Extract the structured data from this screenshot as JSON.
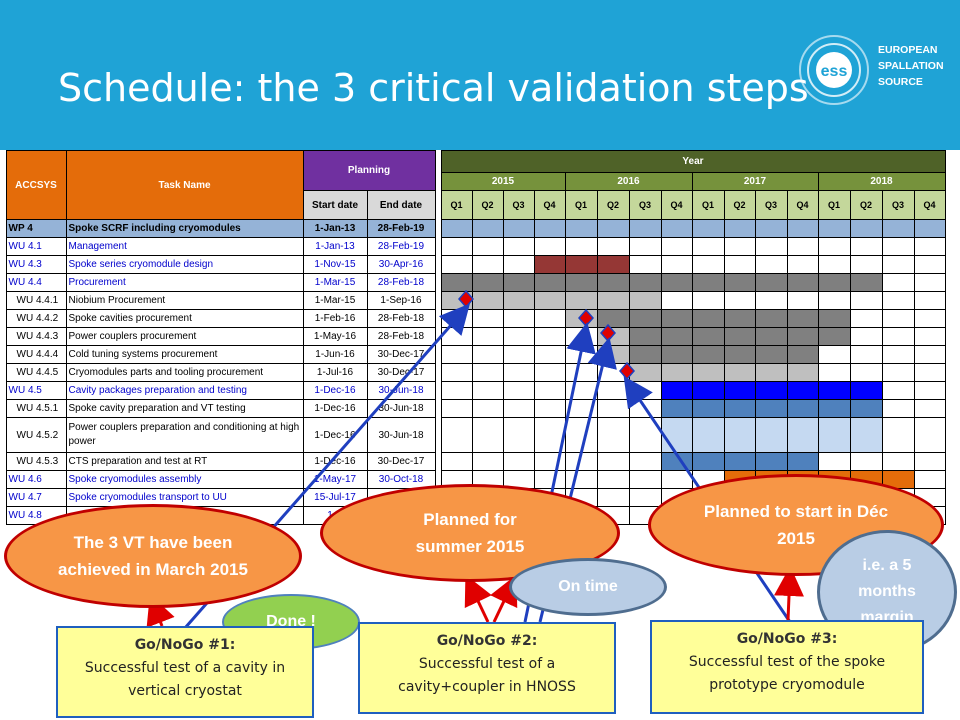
{
  "title": "Schedule: the 3 critical validation steps",
  "logo": {
    "line1": "EUROPEAN",
    "line2": "SPALLATION",
    "line3": "SOURCE",
    "mark": "ess"
  },
  "table": {
    "col_accsys": "ACCSYS",
    "col_task": "Task Name",
    "col_planning": "Planning",
    "col_start": "Start date",
    "col_end": "End date",
    "col_year": "Year",
    "years": [
      "2015",
      "2016",
      "2017",
      "2018"
    ],
    "quarters": [
      "Q1",
      "Q2",
      "Q3",
      "Q4",
      "Q1",
      "Q2",
      "Q3",
      "Q4",
      "Q1",
      "Q2",
      "Q3",
      "Q4",
      "Q1",
      "Q2",
      "Q3",
      "Q4"
    ],
    "rows": [
      {
        "id": "WP 4",
        "task": "Spoke SCRF including cryomodules",
        "start": "1-Jan-13",
        "end": "28-Feb-19",
        "type": "wp"
      },
      {
        "id": "WU 4.1",
        "task": "Management",
        "start": "1-Jan-13",
        "end": "28-Feb-19",
        "type": "wu"
      },
      {
        "id": "WU 4.3",
        "task": "Spoke series cryomodule design",
        "start": "1-Nov-15",
        "end": "30-Apr-16",
        "type": "wu"
      },
      {
        "id": "WU 4.4",
        "task": "Procurement",
        "start": "1-Mar-15",
        "end": "28-Feb-18",
        "type": "wu"
      },
      {
        "id": "WU 4.4.1",
        "task": "Niobium Procurement",
        "start": "1-Mar-15",
        "end": "1-Sep-16",
        "type": "sub"
      },
      {
        "id": "WU 4.4.2",
        "task": "Spoke cavities procurement",
        "start": "1-Feb-16",
        "end": "28-Feb-18",
        "type": "sub"
      },
      {
        "id": "WU 4.4.3",
        "task": "Power couplers procurement",
        "start": "1-May-16",
        "end": "28-Feb-18",
        "type": "sub"
      },
      {
        "id": "WU 4.4.4",
        "task": "Cold tuning systems procurement",
        "start": "1-Jun-16",
        "end": "30-Dec-17",
        "type": "sub"
      },
      {
        "id": "WU 4.4.5",
        "task": "Cryomodules parts and tooling procurement",
        "start": "1-Jul-16",
        "end": "30-Dec-17",
        "type": "sub"
      },
      {
        "id": "WU 4.5",
        "task": "Cavity packages preparation and testing",
        "start": "1-Dec-16",
        "end": "30-Jun-18",
        "type": "wu"
      },
      {
        "id": "WU 4.5.1",
        "task": "Spoke cavity preparation and VT testing",
        "start": "1-Dec-16",
        "end": "30-Jun-18",
        "type": "sub"
      },
      {
        "id": "WU 4.5.2",
        "task": "Power couplers preparation and conditioning at high power",
        "start": "1-Dec-16",
        "end": "30-Jun-18",
        "type": "sub2"
      },
      {
        "id": "WU 4.5.3",
        "task": "CTS preparation and test at RT",
        "start": "1-Dec-16",
        "end": "30-Dec-17",
        "type": "sub"
      },
      {
        "id": "WU 4.6",
        "task": "Spoke cryomodules assembly",
        "start": "1-May-17",
        "end": "30-Oct-18",
        "type": "wu"
      },
      {
        "id": "WU 4.7",
        "task": "Spoke cryomodules transport to UU",
        "start": "15-Jul-17",
        "end": "",
        "type": "wu"
      },
      {
        "id": "WU 4.8",
        "task": "",
        "start": "1-A",
        "end": "",
        "type": "wu"
      }
    ],
    "bar_colors": {
      "wp": "#95b3d7",
      "design": "#953735",
      "proc": "#7f7f7f",
      "light": "#bfbfbf",
      "mid": "#808080",
      "blue": "#0000ff",
      "steel": "#4f81bd",
      "pale": "#c5d9f1",
      "orange": "#e46c0a"
    }
  },
  "callouts": {
    "vt_achieved": "The 3 VT have been achieved in March 2015",
    "summer": "Planned for summer 2015",
    "dec": "Planned to start in Déc 2015",
    "done": "Done !",
    "on_time": "On time",
    "margin": "i.e. a 5 months margin"
  },
  "gonogo": [
    {
      "title": "Go/NoGo #1:",
      "text": "Successful test of a cavity in vertical cryostat"
    },
    {
      "title": "Go/NoGo #2:",
      "text": "Successful test of a cavity+coupler in HNOSS"
    },
    {
      "title": "Go/NoGo #3:",
      "text": "Successful test of the spoke prototype cryomodule"
    }
  ],
  "colors": {
    "header_bg": "#1fa3d6",
    "arrow_red": "#e00000",
    "arrow_blue": "#1f3fbf",
    "bubble_orange": "#f79646"
  }
}
